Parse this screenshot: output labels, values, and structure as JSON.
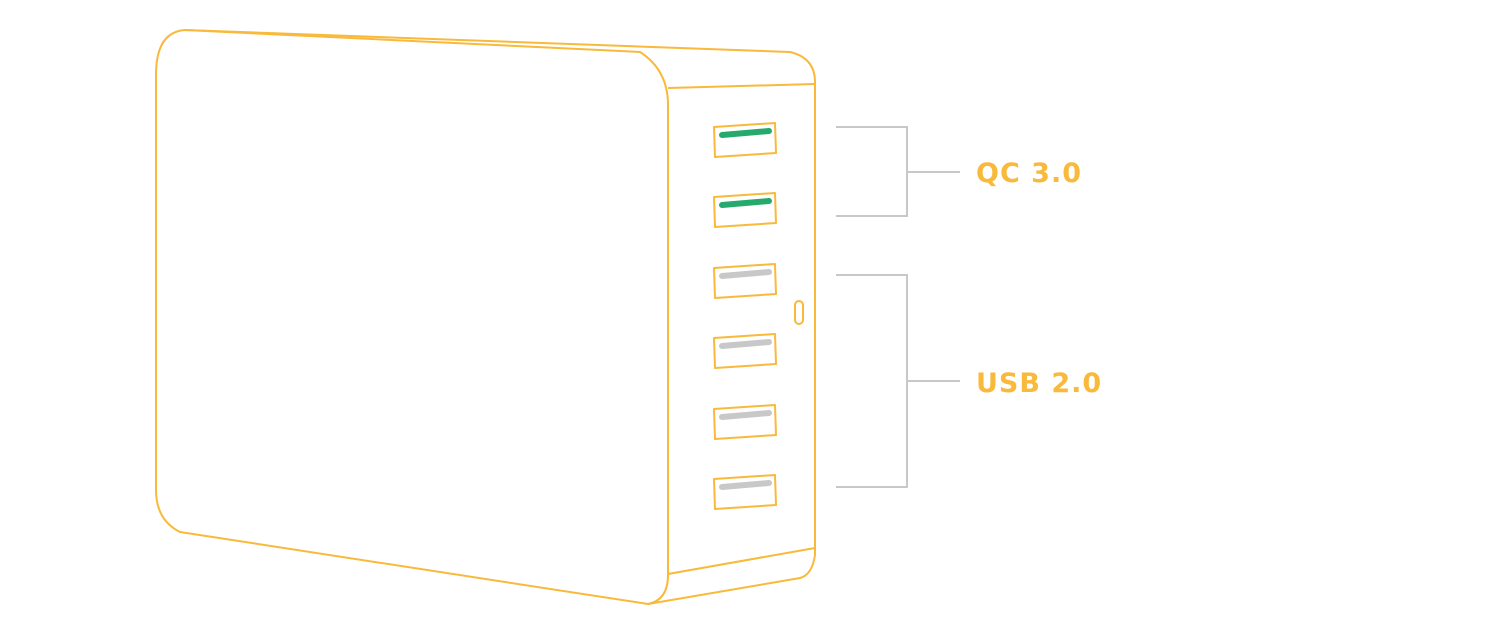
{
  "colors": {
    "outline": "#F9B93A",
    "qc_port": "#26A96C",
    "usb_port": "#C8C8C8",
    "bracket": "#C8C8C8",
    "label": "#F9B93A"
  },
  "labels": {
    "qc": "QC 3.0",
    "usb": "USB 2.0"
  },
  "ports": [
    {
      "type": "qc"
    },
    {
      "type": "qc"
    },
    {
      "type": "usb"
    },
    {
      "type": "usb"
    },
    {
      "type": "usb"
    },
    {
      "type": "usb"
    }
  ]
}
